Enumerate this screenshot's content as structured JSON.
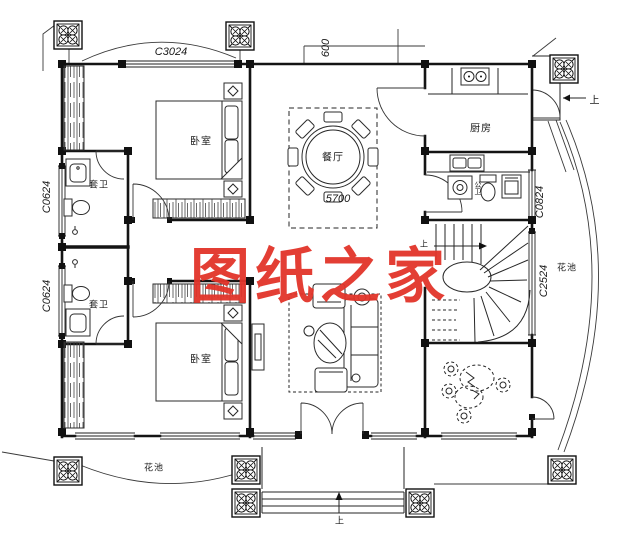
{
  "watermark": {
    "text": "图纸之家",
    "color": "#e2342a"
  },
  "rooms": {
    "bedroom_top": "卧室",
    "bedroom_bottom": "卧室",
    "bath_top": "套卫",
    "bath_bottom": "套卫",
    "dining": "餐厅",
    "kitchen": "厨房",
    "utility": "公卫",
    "flower_right": "花池",
    "flower_bottom": "花池"
  },
  "dims": {
    "window_top": "C3024",
    "eave_offset": "600",
    "window_left_top": "C0624",
    "window_left_bottom": "C0624",
    "window_right_top": "C0824",
    "window_right_mid": "C2524",
    "dining_width": "5700"
  },
  "markers": {
    "up_side_entry": "上",
    "up_stairs": "上",
    "up_porch": "上"
  }
}
